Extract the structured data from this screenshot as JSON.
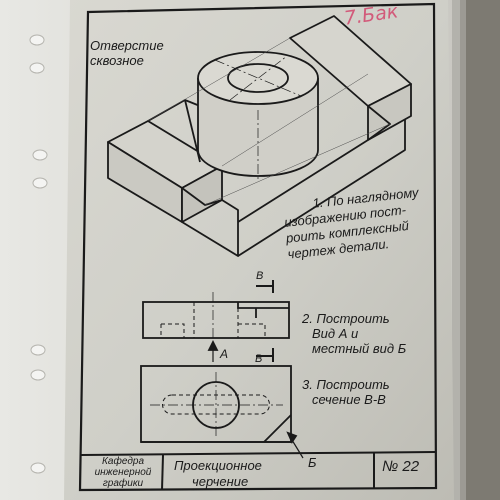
{
  "labels": {
    "hole_note": [
      "Отверстие",
      "сквозное"
    ],
    "task1": [
      "1. По наглядному",
      "изображению пост-",
      "роить комплексный",
      "чертеж детали."
    ],
    "task2": [
      "2. Построить",
      "Вид А и",
      "местный вид Б"
    ],
    "task3": [
      "3. Построить",
      "сечение В-В"
    ],
    "view_a": "А",
    "section_b_top": "В",
    "section_b_bottom": "В",
    "view_b": "Б"
  },
  "stamp": {
    "department": [
      "Кафедра",
      "инженерной",
      "графики"
    ],
    "subject": [
      "Проекционное",
      "черчение"
    ],
    "number": "№ 22"
  },
  "corner_mark": "7.Бак"
}
